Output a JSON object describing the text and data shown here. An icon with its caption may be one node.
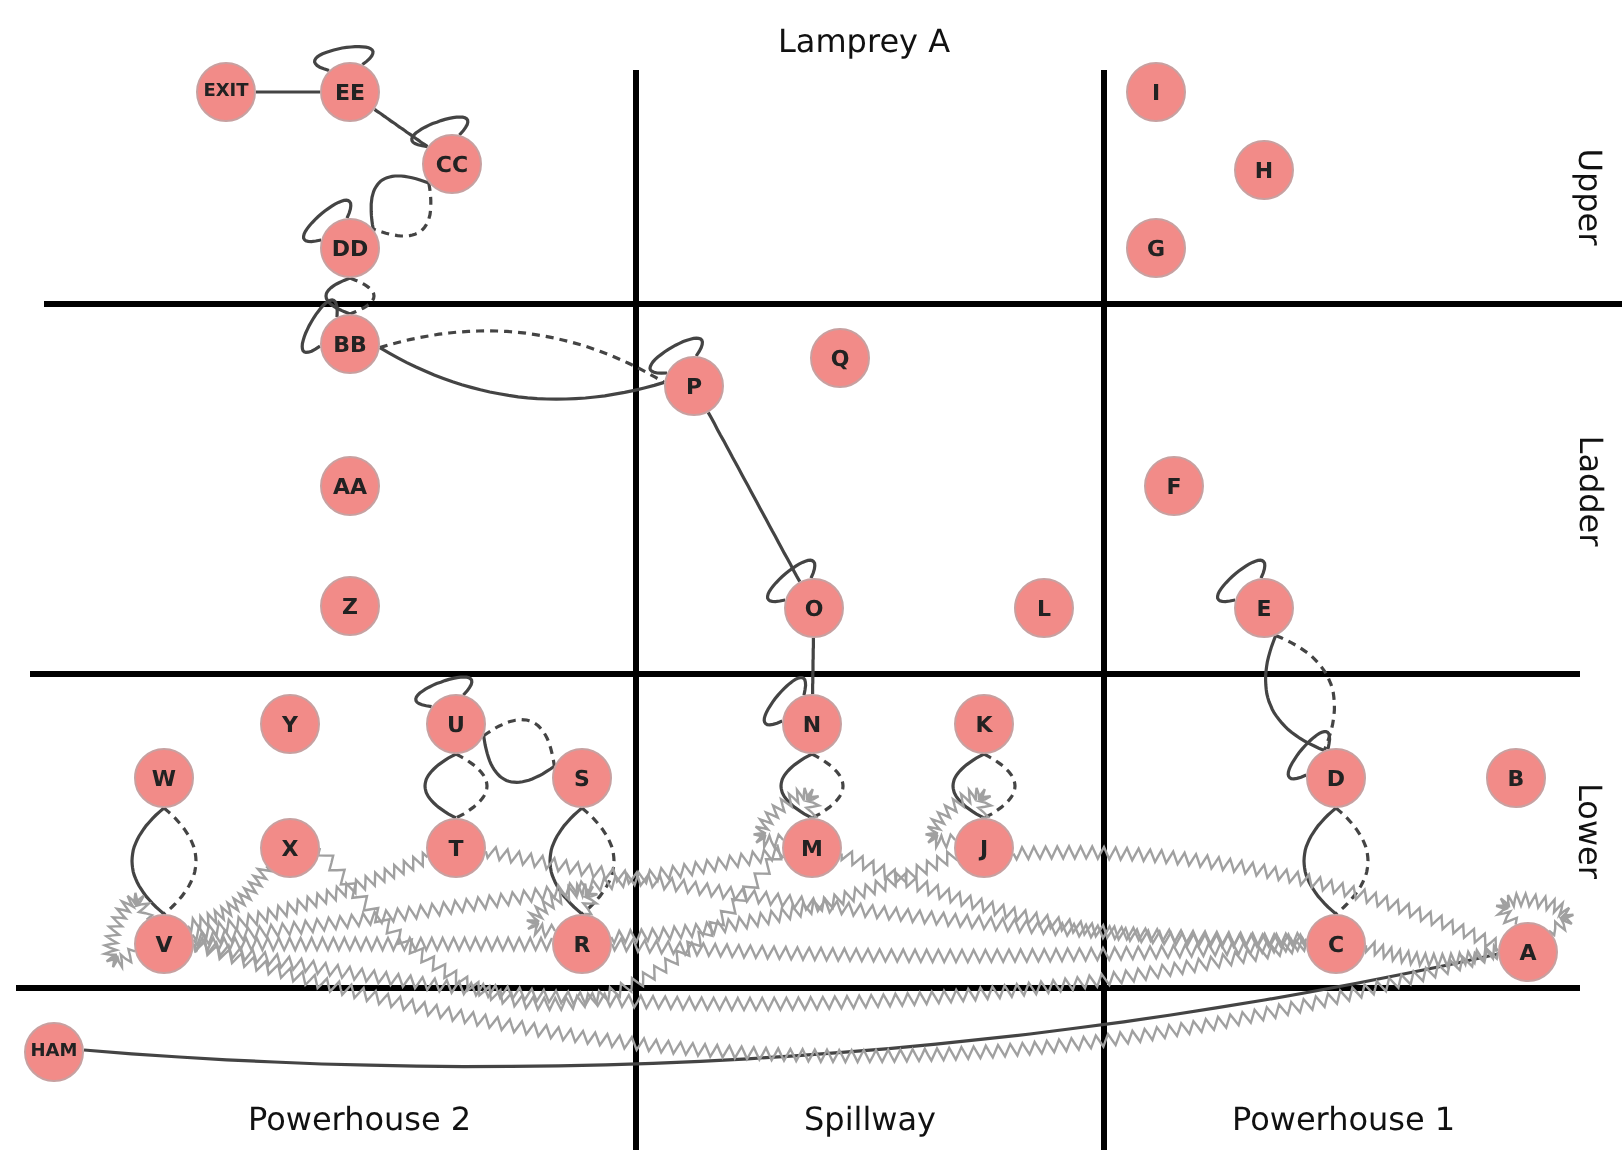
{
  "diagram": {
    "title": "Lamprey A",
    "nodes": [
      {
        "text": [
          "EXIT"
        ]
      },
      {
        "text": [
          "EE"
        ]
      },
      {
        "text": [
          "CC"
        ]
      },
      {
        "text": [
          "DD"
        ]
      },
      {
        "text": [
          "I"
        ]
      },
      {
        "text": [
          "H"
        ]
      },
      {
        "text": [
          "G"
        ]
      },
      {
        "text": [
          "BB"
        ]
      },
      {
        "text": [
          "P"
        ]
      },
      {
        "text": [
          "Q"
        ]
      },
      {
        "text": [
          "AA"
        ]
      },
      {
        "text": [
          "F"
        ]
      },
      {
        "text": [
          "Z"
        ]
      },
      {
        "text": [
          "O"
        ]
      },
      {
        "text": [
          "L"
        ]
      },
      {
        "text": [
          "E"
        ]
      },
      {
        "text": [
          "Y"
        ]
      },
      {
        "text": [
          "U"
        ]
      },
      {
        "text": [
          "N"
        ]
      },
      {
        "text": [
          "K"
        ]
      },
      {
        "text": [
          "W"
        ]
      },
      {
        "text": [
          "S"
        ]
      },
      {
        "text": [
          "D"
        ]
      },
      {
        "text": [
          "B"
        ]
      },
      {
        "text": [
          "X"
        ]
      },
      {
        "text": [
          "T"
        ]
      },
      {
        "text": [
          "M"
        ]
      },
      {
        "text": [
          "J"
        ]
      },
      {
        "text": [
          "V"
        ]
      },
      {
        "text": [
          "R"
        ]
      },
      {
        "text": [
          "C"
        ]
      },
      {
        "text": [
          "A"
        ]
      },
      {
        "text": [
          "HAM"
        ]
      }
    ],
    "edges": [
      {
        "from": 1,
        "to": 1,
        "arrow": "none"
      },
      {
        "from": 0,
        "to": 1,
        "arrow": "none"
      },
      {
        "from": 1,
        "to": 2,
        "arrow": "none"
      },
      {
        "from": 2,
        "to": 2,
        "arrow": "none"
      },
      {
        "from": 2,
        "to": 3,
        "arrow": "none"
      },
      {
        "from": 2,
        "to": 3,
        "arrow": "none",
        "style": "dashed"
      },
      {
        "from": 3,
        "to": 3,
        "arrow": "none"
      },
      {
        "from": 3,
        "to": 7,
        "arrow": "none"
      },
      {
        "from": 3,
        "to": 7,
        "arrow": "none",
        "style": "dashed"
      },
      {
        "from": 7,
        "to": 7,
        "arrow": "none"
      },
      {
        "from": 7,
        "to": 8,
        "arrow": "none"
      },
      {
        "from": 7,
        "to": 8,
        "arrow": "none",
        "style": "dashed"
      },
      {
        "from": 8,
        "to": 8,
        "arrow": "none"
      },
      {
        "from": 8,
        "to": 13,
        "arrow": "none"
      },
      {
        "from": 13,
        "to": 13,
        "arrow": "none"
      },
      {
        "from": 13,
        "to": 18,
        "arrow": "none"
      },
      {
        "from": 18,
        "to": 18,
        "arrow": "none"
      },
      {
        "from": 18,
        "to": 26,
        "arrow": "none"
      },
      {
        "from": 18,
        "to": 26,
        "arrow": "none",
        "style": "dashed"
      },
      {
        "from": 19,
        "to": 27,
        "arrow": "none"
      },
      {
        "from": 19,
        "to": 27,
        "arrow": "none",
        "style": "dashed"
      },
      {
        "from": 15,
        "to": 15,
        "arrow": "none"
      },
      {
        "from": 15,
        "to": 22,
        "arrow": "none"
      },
      {
        "from": 15,
        "to": 22,
        "arrow": "none",
        "style": "dashed"
      },
      {
        "from": 22,
        "to": 22,
        "arrow": "none"
      },
      {
        "from": 22,
        "to": 30,
        "arrow": "none"
      },
      {
        "from": 22,
        "to": 30,
        "arrow": "none",
        "style": "dashed"
      },
      {
        "from": 17,
        "to": 17,
        "arrow": "none"
      },
      {
        "from": 17,
        "to": 21,
        "arrow": "none"
      },
      {
        "from": 17,
        "to": 21,
        "arrow": "none",
        "style": "dashed"
      },
      {
        "from": 17,
        "to": 25,
        "arrow": "none"
      },
      {
        "from": 17,
        "to": 25,
        "arrow": "none",
        "style": "dashed"
      },
      {
        "from": 21,
        "to": 29,
        "arrow": "none"
      },
      {
        "from": 21,
        "to": 29,
        "arrow": "none",
        "style": "dashed"
      },
      {
        "from": 20,
        "to": 28,
        "arrow": "none"
      },
      {
        "from": 20,
        "to": 28,
        "arrow": "none",
        "style": "dashed"
      },
      {
        "from": 31,
        "to": 32,
        "arrow": "none"
      },
      {
        "from": 28,
        "to": 28,
        "arrow": "none",
        "color": "#a0a0a0"
      },
      {
        "from": 28,
        "to": 24,
        "arrow": "none",
        "color": "#a0a0a0"
      },
      {
        "from": 28,
        "to": 25,
        "arrow": "none",
        "color": "#a0a0a0"
      },
      {
        "from": 28,
        "to": 29,
        "arrow": "none",
        "color": "#a0a0a0"
      },
      {
        "from": 28,
        "to": 26,
        "arrow": "none",
        "color": "#a0a0a0"
      },
      {
        "from": 28,
        "to": 30,
        "arrow": "none",
        "color": "#a0a0a0"
      },
      {
        "from": 28,
        "to": 31,
        "arrow": "none",
        "color": "#a0a0a0"
      },
      {
        "from": 24,
        "to": 26,
        "arrow": "none",
        "color": "#a0a0a0"
      },
      {
        "from": 25,
        "to": 30,
        "arrow": "none",
        "color": "#a0a0a0"
      },
      {
        "from": 29,
        "to": 29,
        "arrow": "none",
        "color": "#a0a0a0"
      },
      {
        "from": 29,
        "to": 30,
        "arrow": "none",
        "color": "#a0a0a0"
      },
      {
        "from": 29,
        "to": 27,
        "arrow": "none",
        "color": "#a0a0a0"
      },
      {
        "from": 26,
        "to": 26,
        "arrow": "none",
        "color": "#a0a0a0"
      },
      {
        "from": 26,
        "to": 30,
        "arrow": "none",
        "color": "#a0a0a0"
      },
      {
        "from": 27,
        "to": 27,
        "arrow": "none",
        "color": "#a0a0a0"
      },
      {
        "from": 27,
        "to": 31,
        "arrow": "none",
        "color": "#a0a0a0"
      },
      {
        "from": 30,
        "to": 31,
        "arrow": "none",
        "color": "#a0a0a0"
      },
      {
        "from": 31,
        "to": 31,
        "arrow": "none",
        "color": "#a0a0a0"
      }
    ],
    "labels": [
      "Upper",
      "Ladder",
      "Lower",
      "Powerhouse 2",
      "Spillway",
      "Powerhouse 1"
    ]
  }
}
